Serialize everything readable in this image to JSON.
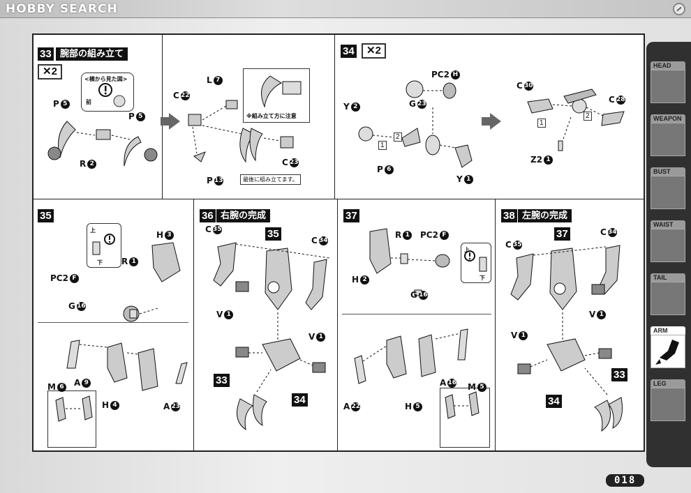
{
  "watermark": "HOBBY SEARCH",
  "page_number": "018",
  "sidebar": {
    "tabs": [
      {
        "label": "HEAD",
        "active": false
      },
      {
        "label": "WEAPON",
        "active": false
      },
      {
        "label": "BUST",
        "active": false
      },
      {
        "label": "WAIST",
        "active": false
      },
      {
        "label": "TAIL",
        "active": false
      },
      {
        "label": "ARM",
        "active": true
      },
      {
        "label": "LEG",
        "active": false
      }
    ]
  },
  "step33": {
    "num": "33",
    "title": "腕部の組み立て",
    "times": "✕2",
    "side_view": "<横から見た図>",
    "front": "前",
    "labels": {
      "p5a": "P",
      "p5a_n": "5",
      "r2": "R",
      "r2_n": "2",
      "p5b": "P",
      "p5b_n": "5",
      "c22": "C",
      "c22_n": "22",
      "l7": "L",
      "l7_n": "7",
      "c23": "C",
      "c23_n": "23",
      "p13": "P",
      "p13_n": "13"
    },
    "note1": "※組み立て方に注意",
    "note2": "最後に組み立てます。"
  },
  "step34": {
    "num": "34",
    "times": "✕2",
    "labels": {
      "pc2": "PC2",
      "pc2_n": "H",
      "g23": "G",
      "g23_n": "23",
      "y2": "Y",
      "y2_n": "2",
      "p6": "P",
      "p6_n": "6",
      "y1": "Y",
      "y1_n": "1",
      "c30": "C",
      "c30_n": "30",
      "c28": "C",
      "c28_n": "28",
      "z2": "Z2",
      "z2_n": "1"
    },
    "b1": "1",
    "b2": "2",
    "b1b": "1",
    "b2b": "2"
  },
  "step35": {
    "num": "35",
    "up": "上",
    "down": "下",
    "labels": {
      "h3": "H",
      "h3_n": "3",
      "r1": "R",
      "r1_n": "1",
      "pc2": "PC2",
      "pc2_n": "F",
      "g16": "G",
      "g16_n": "16",
      "m6": "M",
      "m6_n": "6",
      "a9": "A",
      "a9_n": "9",
      "h4": "H",
      "h4_n": "4",
      "a23": "A",
      "a23_n": "23"
    }
  },
  "step36": {
    "num": "36",
    "title": "右腕の完成",
    "labels": {
      "c35": "C",
      "c35_n": "35",
      "b35": "35",
      "c34": "C",
      "c34_n": "34",
      "v1a": "V",
      "v1a_n": "1",
      "v1b": "V",
      "v1b_n": "1",
      "b33": "33",
      "b34": "34"
    }
  },
  "step37": {
    "num": "37",
    "up": "上",
    "down": "下",
    "labels": {
      "r1": "R",
      "r1_n": "1",
      "pc2": "PC2",
      "pc2_n": "F",
      "h2": "H",
      "h2_n": "2",
      "g16": "G",
      "g16_n": "16",
      "a22": "A",
      "a22_n": "22",
      "h5": "H",
      "h5_n": "5",
      "a16": "A",
      "a16_n": "16",
      "m5": "M",
      "m5_n": "5"
    }
  },
  "step38": {
    "num": "38",
    "title": "左腕の完成",
    "labels": {
      "c35": "C",
      "c35_n": "35",
      "b37": "37",
      "c34": "C",
      "c34_n": "34",
      "v1a": "V",
      "v1a_n": "1",
      "v1b": "V",
      "v1b_n": "1",
      "b33": "33",
      "b34": "34"
    }
  }
}
